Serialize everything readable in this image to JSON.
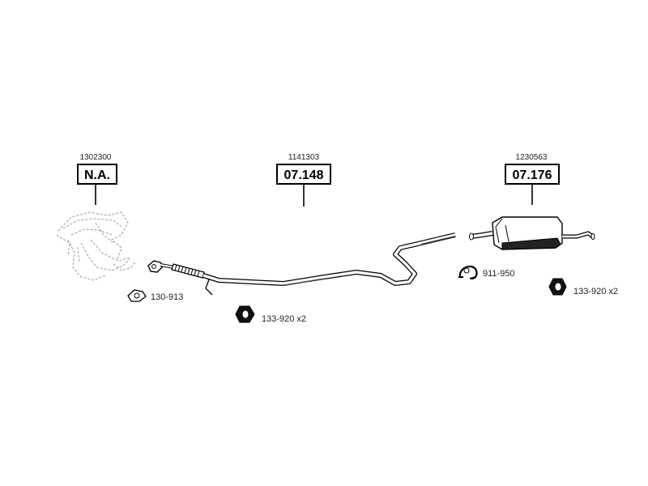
{
  "callouts": [
    {
      "ref": "1302300",
      "label": "N.A."
    },
    {
      "ref": "1141303",
      "label": "07.148"
    },
    {
      "ref": "1230563",
      "label": "07.176"
    }
  ],
  "parts": {
    "gasket": "130-913",
    "hanger_front": "133-920 x2",
    "clamp": "911-950",
    "hanger_rear": "133-920 x2"
  }
}
